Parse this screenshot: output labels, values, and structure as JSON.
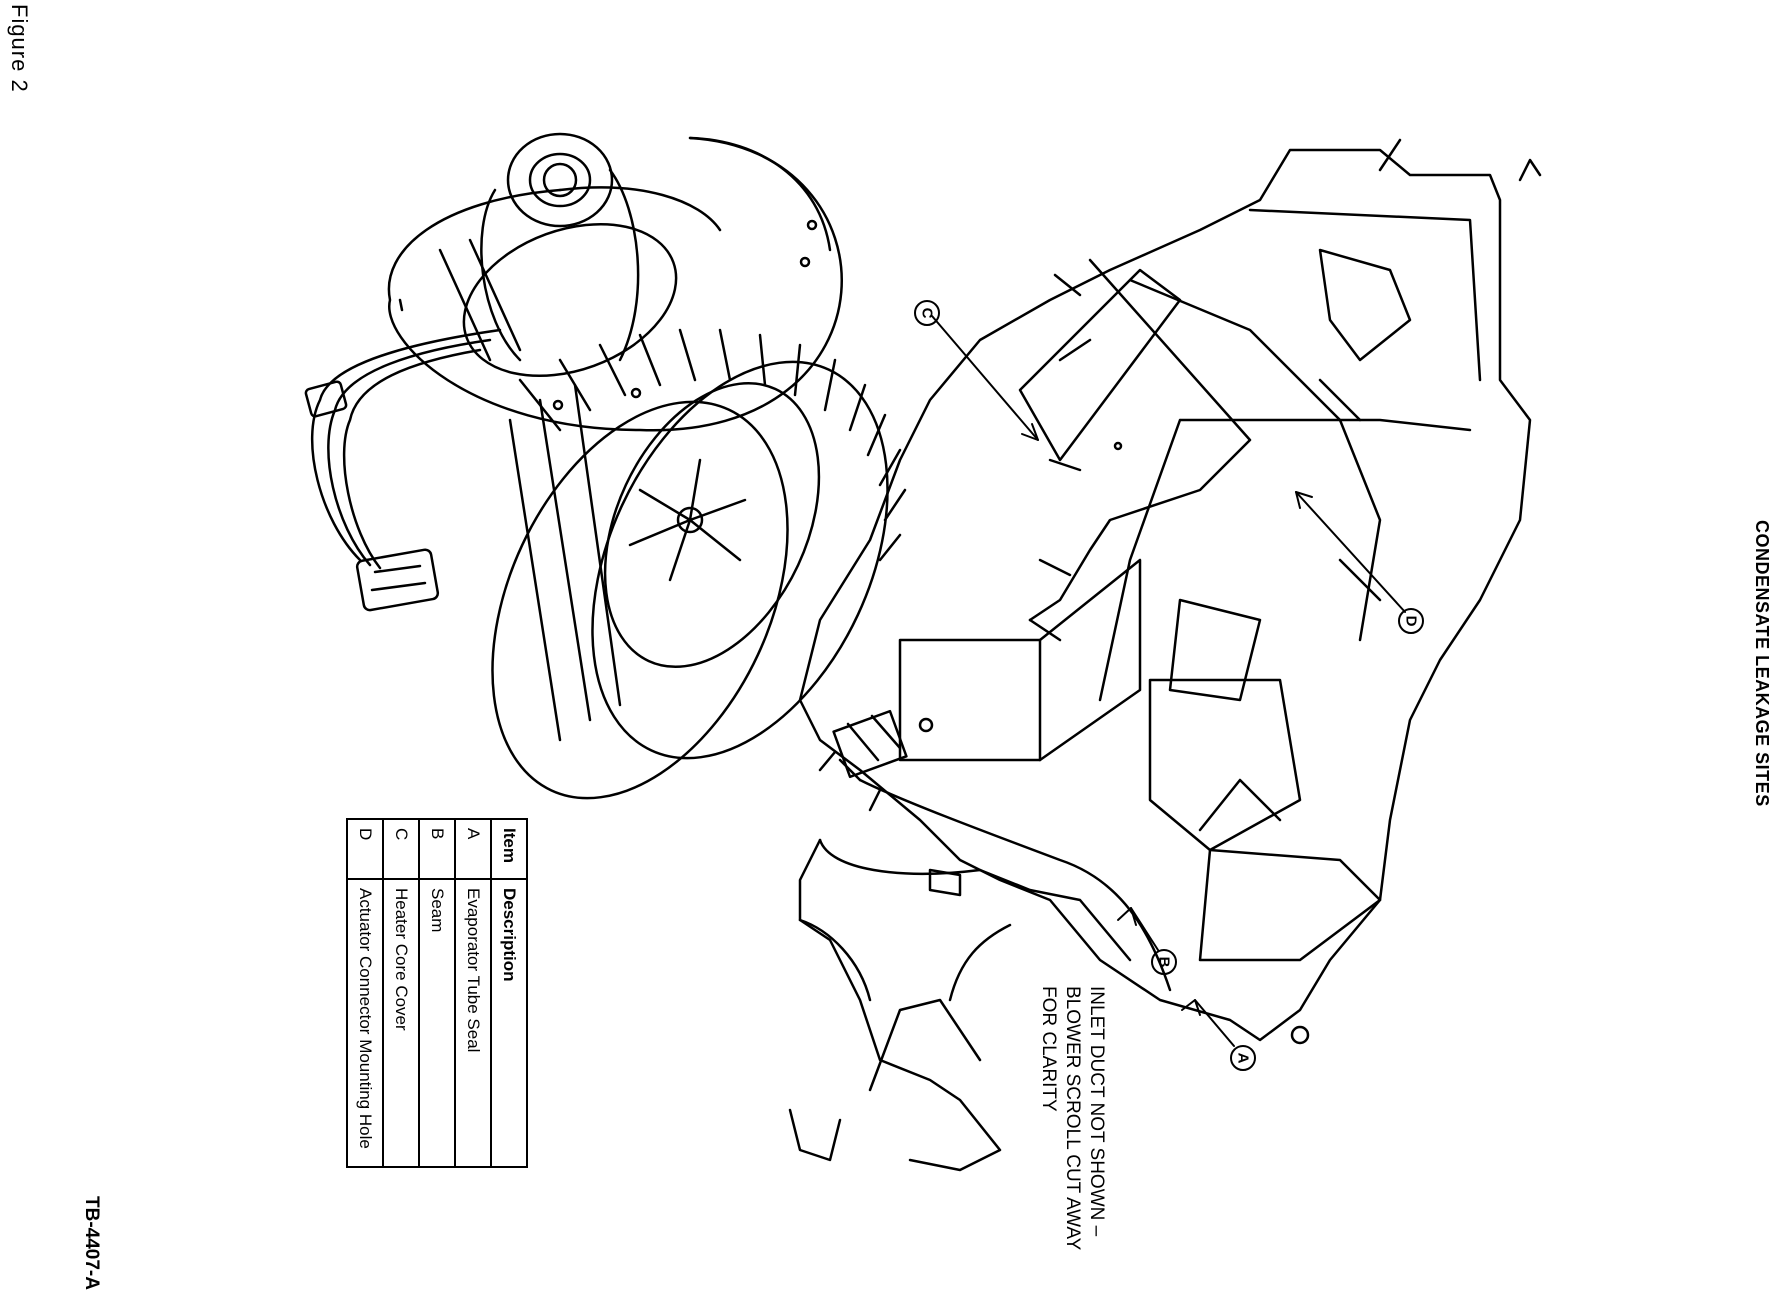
{
  "figure_label": "Figure 2",
  "title": "CONDENSATE LEAKAGE SITES",
  "document_number": "TB-4407-A",
  "note": [
    "INLET DUCT NOT SHOWN –",
    "BLOWER SCROLL CUT AWAY",
    "FOR CLARITY"
  ],
  "callouts": [
    "A",
    "B",
    "C",
    "D"
  ],
  "legend": {
    "headers": [
      "Item",
      "Description"
    ],
    "rows": [
      {
        "item": "A",
        "description": "Evaporator Tube Seal"
      },
      {
        "item": "B",
        "description": "Seam"
      },
      {
        "item": "C",
        "description": "Heater Core Cover"
      },
      {
        "item": "D",
        "description": "Actuator Connector Mounting Hole"
      }
    ]
  }
}
